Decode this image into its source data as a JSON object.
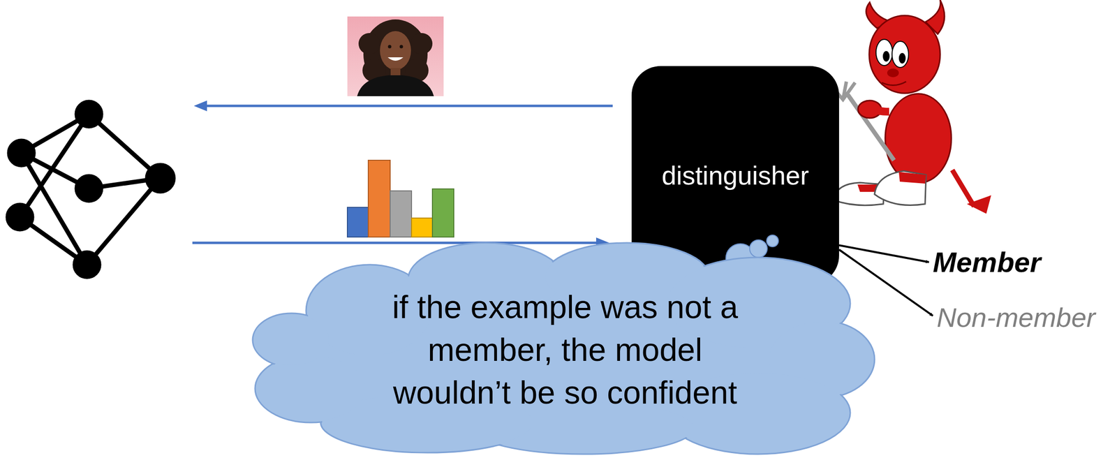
{
  "diagram": {
    "nodes": [
      {
        "text": [
          "distinguisher"
        ]
      },
      {
        "text": [
          "Member"
        ]
      },
      {
        "text": [
          "Non-member"
        ]
      },
      {
        "text": [
          "if the example was not a member, the model wouldn’t be so confident"
        ]
      }
    ],
    "edges": [
      {
        "from": 0,
        "to": 1,
        "arrow": "to"
      },
      {
        "from": 0,
        "to": 2,
        "arrow": "to"
      }
    ]
  }
}
